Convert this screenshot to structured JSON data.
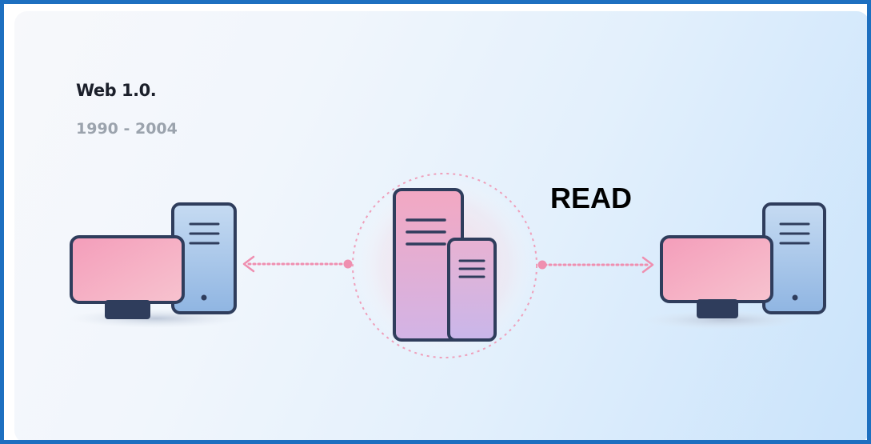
{
  "header": {
    "title": "Web 1.0.",
    "subtitle": "1990 - 2004"
  },
  "diagram": {
    "action_label": "READ",
    "nodes": [
      {
        "name": "client-computer-left",
        "icon": "desktop-computer-icon"
      },
      {
        "name": "central-server",
        "icon": "server-icon"
      },
      {
        "name": "client-computer-right",
        "icon": "desktop-computer-icon"
      }
    ],
    "edges": [
      {
        "from": "central-server",
        "to": "client-computer-left",
        "style": "dotted-arrow"
      },
      {
        "from": "central-server",
        "to": "client-computer-right",
        "style": "dotted-arrow"
      }
    ]
  },
  "colors": {
    "frame_border": "#1d6fc0",
    "outline": "#2f3d5c",
    "pink": "#f4a3bd",
    "lavender": "#d7b6e6",
    "blue": "#a8c8ea",
    "connector": "#ef8fb0"
  }
}
